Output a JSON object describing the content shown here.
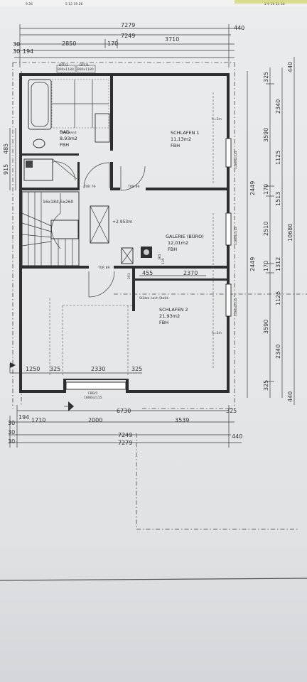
{
  "top_strip": {
    "date_left": "9 26",
    "date_mid": "5 12 19 26",
    "date_right": "2  9 16 23 30"
  },
  "rooms": {
    "bad": {
      "name": "BAD",
      "area": "8,93m2",
      "floor": "FBH"
    },
    "schlafen1": {
      "name": "SCHLAFEN 1",
      "area": "11,13m2",
      "floor": "FBH"
    },
    "galerie": {
      "name": "GALERIE (BÜRO)",
      "area": "12,01m2",
      "floor": "FBH"
    },
    "schlafen2": {
      "name": "SCHLAFEN 2",
      "area": "21,93m2",
      "floor": "FBH"
    }
  },
  "annotations": {
    "stairs": "16x184,5x260",
    "level": "+2.953m",
    "door_bad": "TÜR 79",
    "door_s1": "TÜR 89",
    "door_gal": "TÜR 89",
    "hoehe_1": "h=2m",
    "hoehe_2": "h=2m",
    "window_top1": "DFF/1",
    "window_top1_size": "890x1180",
    "window_top2": "DFF/1",
    "window_top2_size": "890x1180",
    "window_bottom": "FBD/1",
    "window_bottom_size": "1880x2115",
    "window_side1": "1180x2115",
    "window_side2": "1180x2115",
    "window_side3": "1180x2115",
    "chimney_dim": "365",
    "chimney_dim2": "135",
    "slope_note": "Stütze nach Statik",
    "wc_note": "Vorwand"
  },
  "dims_top": {
    "d7279": "7279",
    "d440": "440",
    "d7249": "7249",
    "d30a": "30",
    "d2850": "2850",
    "d170": "170",
    "d3710": "3710",
    "d30b": "30",
    "d194": "194"
  },
  "dims_left": {
    "d485": "485",
    "d915": "915"
  },
  "dims_right_inner": {
    "d325": "325",
    "d2340": "2340",
    "d3590": "3590",
    "d1125a": "1125",
    "d170a": "170",
    "d2510": "2510",
    "d170b": "170",
    "d1125b": "1125",
    "d3590b": "3590",
    "d2340b": "2340",
    "d325b": "325"
  },
  "dims_right_outer": {
    "d440": "440",
    "d1513": "1513",
    "d1312": "1312",
    "d10680": "10680",
    "d440b": "440"
  },
  "dims_mid": {
    "d2449a": "2449",
    "d2449b": "2449",
    "d2370": "2370",
    "d455": "455",
    "d291": "291"
  },
  "dims_bottom": {
    "d1250": "1250",
    "d325a": "325",
    "d2330": "2330",
    "d325b": "325",
    "d6730": "6730",
    "d194": "194",
    "d1710": "1710",
    "d2000": "2000",
    "d3539": "3539",
    "d7249": "7249",
    "d7279": "7279",
    "d30a": "30",
    "d30b": "30",
    "d30c": "30",
    "d440": "440",
    "d325c": "325"
  }
}
